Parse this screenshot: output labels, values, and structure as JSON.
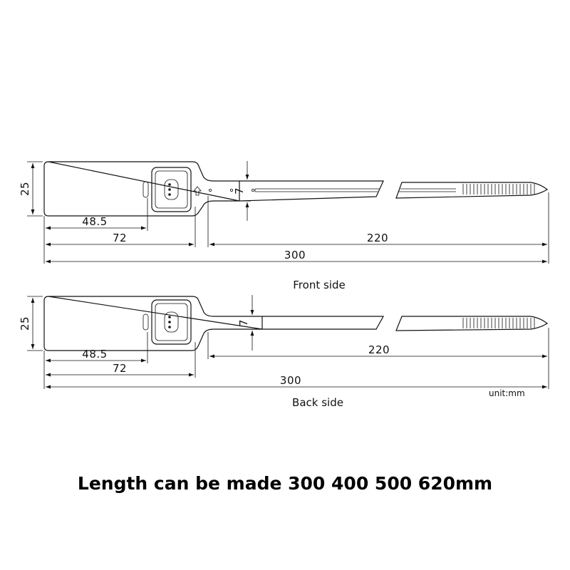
{
  "front": {
    "caption": "Front side",
    "dims": {
      "height": "25",
      "width_7": "7",
      "d48": "48.5",
      "d72": "72",
      "d220": "220",
      "d300": "300"
    }
  },
  "back": {
    "caption": "Back side",
    "dims": {
      "height": "25",
      "width_7": "7",
      "d48": "48.5",
      "d72": "72",
      "d220": "220",
      "d300": "300"
    }
  },
  "unit_label": "unit:mm",
  "bottom_note": "Length can be made 300 400 500 620mm",
  "colors": {
    "line": "#111111",
    "background": "#ffffff"
  }
}
